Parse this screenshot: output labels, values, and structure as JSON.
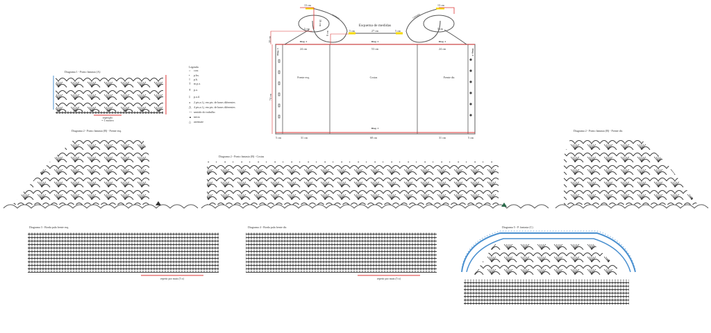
{
  "schematic": {
    "title": "Esquema de medidas",
    "top_labels": {
      "shoulder_left": "13 cm",
      "shoulder_right": "13 cm",
      "neck_left": "5 cm",
      "neck_mid": "27 cm",
      "neck_right": "5 cm",
      "armhole_v": "16 cm",
      "sleeve_v": "8 cm",
      "yoke_h": "10 cm"
    },
    "width_top": {
      "left": "24 cm",
      "mid": "53 cm",
      "right": "24 cm"
    },
    "width_bottom": {
      "band_left": "5 cm",
      "left": "31 cm",
      "mid": "68 cm",
      "right": "31 cm",
      "band_right": "5 cm"
    },
    "height": "74 cm",
    "panels": {
      "left": "Frente esq.",
      "mid": "Costas",
      "right": "Frente dir."
    },
    "diag_tags": {
      "left": "Diag. 2",
      "mid": "Diag. 2",
      "right": "Diag. 2",
      "bottom": "Diag. 1",
      "band_left": "Diag. 3",
      "band_right": "Diag. 4"
    },
    "curve_label": "costura"
  },
  "diagram1": {
    "title": "Diagrama 1 - Ponto fantasia (A)",
    "repeat": "repetição",
    "repeat_sub": "= 1 motivo"
  },
  "legend": {
    "title": "Legenda",
    "items": [
      {
        "symbol": "○",
        "label": "corr."
      },
      {
        "symbol": "•",
        "label": "p.bx."
      },
      {
        "symbol": "†",
        "label": "p.b."
      },
      {
        "symbol": "T",
        "label": "m.p.a."
      },
      {
        "symbol": "Ŧ",
        "label": "p.a."
      },
      {
        "symbol": "‡",
        "label": "p.a.d."
      },
      {
        "symbol": "⩚",
        "label": "2 pts.a.f.j. em pts. de bases diferentes"
      },
      {
        "symbol": "⋀",
        "label": "4 pts.a.f.j. em pts. de bases diferentes"
      },
      {
        "symbol": "↑↑",
        "label": "sentido do trabalho"
      },
      {
        "symbol": "▲",
        "label": "início"
      },
      {
        "symbol": "△",
        "label": "arremate"
      }
    ]
  },
  "diagram2_left": {
    "title": "Diagrama 2 - Ponto fantasia (B) - Frente esq."
  },
  "diagram2_back": {
    "title": "Diagrama 2 - Ponto fantasia (B) - Costas"
  },
  "diagram2_right": {
    "title": "Diagrama 2 - Ponto fantasia (B) - Frente dir."
  },
  "diagram3": {
    "title": "Diagrama 3 - Borda pala frente esq.",
    "repeat": "repetir por mais (5 x)"
  },
  "diagram4": {
    "title": "Diagrama 4 - Borda pala frente dir.",
    "repeat": "repetir por mais (5 x)"
  },
  "diagram5": {
    "title": "Diagrama 5   - P. fantasia (C)"
  },
  "colors": {
    "ink": "#3a3a3a",
    "accent_red": "#d33333",
    "blue": "#4a90d0",
    "yellow": "#f5d800",
    "grid": "#888888"
  }
}
